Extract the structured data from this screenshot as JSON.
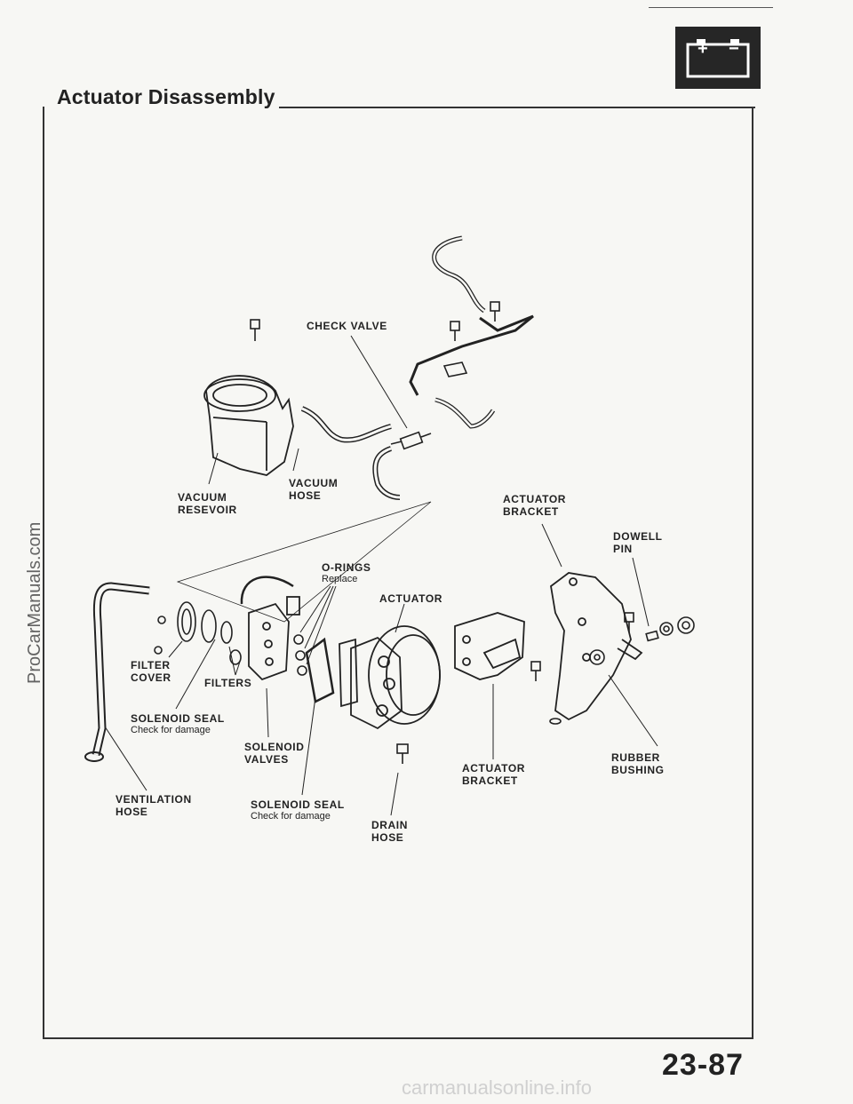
{
  "title": "Actuator Disassembly",
  "page_number": "23-87",
  "watermarks": {
    "left": "ProCarManuals.com",
    "bottom": "carmanualsonline.info"
  },
  "battery_icon": {
    "plus": "+",
    "minus": "−"
  },
  "labels": {
    "check_valve": "CHECK VALVE",
    "vacuum_reservoir_1": "VACUUM",
    "vacuum_reservoir_2": "RESEVOIR",
    "vacuum_hose_1": "VACUUM",
    "vacuum_hose_2": "HOSE",
    "actuator_bracket_top_1": "ACTUATOR",
    "actuator_bracket_top_2": "BRACKET",
    "dowell_pin_1": "DOWELL",
    "dowell_pin_2": "PIN",
    "o_rings": "O-RINGS",
    "o_rings_note": "Replace",
    "actuator": "ACTUATOR",
    "filter_cover_1": "FILTER",
    "filter_cover_2": "COVER",
    "filters": "FILTERS",
    "solenoid_seal_left": "SOLENOID SEAL",
    "solenoid_seal_left_note": "Check for damage",
    "solenoid_valves_1": "SOLENOID",
    "solenoid_valves_2": "VALVES",
    "ventilation_hose_1": "VENTILATION",
    "ventilation_hose_2": "HOSE",
    "solenoid_seal_bottom": "SOLENOID SEAL",
    "solenoid_seal_bottom_note": "Check for damage",
    "drain_hose_1": "DRAIN",
    "drain_hose_2": "HOSE",
    "actuator_bracket_bottom_1": "ACTUATOR",
    "actuator_bracket_bottom_2": "BRACKET",
    "rubber_bushing_1": "RUBBER",
    "rubber_bushing_2": "BUSHING"
  }
}
